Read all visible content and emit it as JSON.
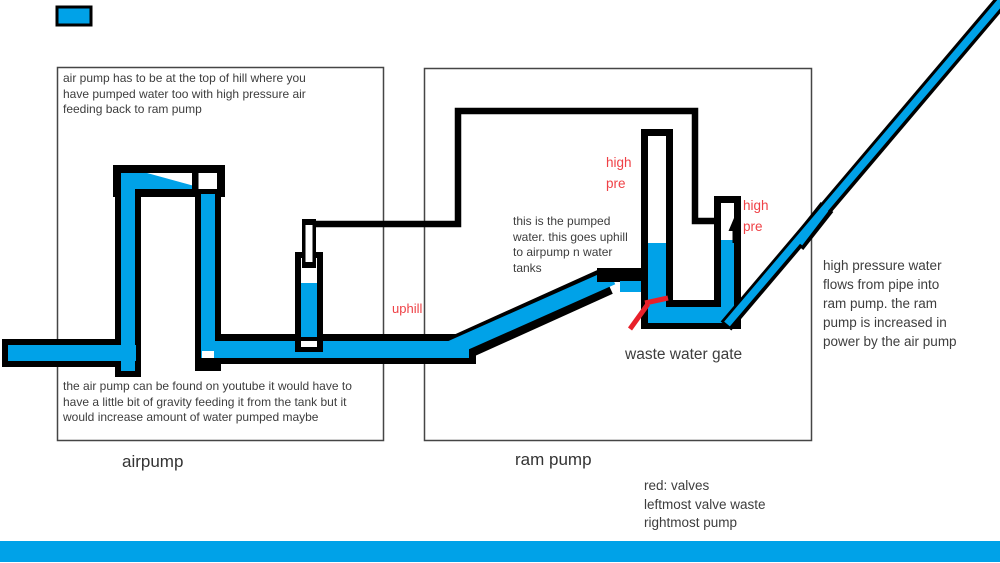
{
  "colors": {
    "water_blue": "#00a2e8",
    "valve_red": "#e8202a",
    "red_label_text": "#ef4146",
    "pipe_outline": "#000000",
    "note_text": "#3d3d3d",
    "box_border": "#454545"
  },
  "labels": {
    "airpump": "airpump",
    "ram_pump": "ram pump",
    "waste_water_gate": "waste water gate",
    "uphill": "uphill",
    "high_pre_left": [
      "high",
      "pre"
    ],
    "high_pre_right": [
      "high",
      "pre"
    ]
  },
  "notes": {
    "airpump_top": [
      "air pump has to be at the top of hill where you",
      "have pumped water too with high pressure air",
      "feeding back to ram pump"
    ],
    "airpump_bottom": [
      "the air pump can be found on youtube it would have to",
      "have a little bit of gravity feeding it from the tank but it",
      "would increase amount of water pumped maybe"
    ],
    "pumped_water": [
      "this is the pumped",
      "water. this goes uphill",
      "to airpump n water",
      "tanks"
    ],
    "right_note": [
      "high pressure water",
      "flows from pipe into",
      "ram pump. the ram",
      "pump is increased in",
      "power by the air pump"
    ],
    "legend": [
      "red: valves",
      "leftmost valve waste",
      "rightmost pump"
    ]
  }
}
